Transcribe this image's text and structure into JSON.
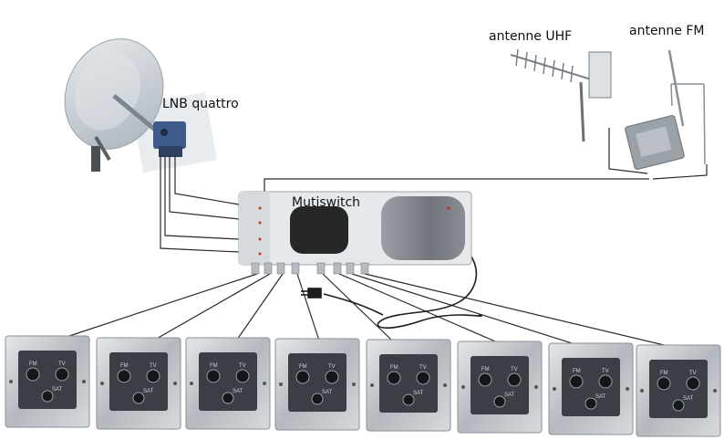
{
  "labels": {
    "lnb": "LNB quattro",
    "antenna_uhf": "antenne UHF",
    "antenna_fm": "antenne FM",
    "multiswitch": "Mutiswitch"
  },
  "wall_socket": {
    "port_fm": "FM",
    "port_tv": "TV",
    "port_sat": "SAT"
  },
  "sockets_count": 8,
  "colors": {
    "cable": "#2a2a2a",
    "dish": "#c9d0d6",
    "lnb": "#3d5a8a",
    "switch_body": "#e6e9ec",
    "plate": "#b9bec4",
    "plate_face": "#3b3f45"
  }
}
